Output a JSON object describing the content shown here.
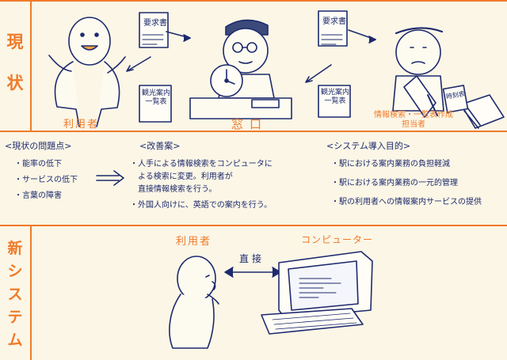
{
  "sections": {
    "current": {
      "label_chars": [
        "現",
        "状"
      ]
    },
    "new": {
      "label_chars": [
        "新",
        "シ",
        "ス",
        "テ",
        "ム"
      ]
    }
  },
  "top_panel": {
    "user_caption": "利用者",
    "counter_caption": "窓口",
    "staff_caption_line1": "情報検索・一覧表作成",
    "staff_caption_line2": "担当者",
    "doc_request": "要求書",
    "doc_guide_line1": "観光案内",
    "doc_guide_line2": "一覧表",
    "book_label": "時刻表"
  },
  "middle_panel": {
    "problems": {
      "heading": "<現状の問題点>",
      "items": [
        "・能率の低下",
        "・サービスの低下",
        "・言葉の障害"
      ]
    },
    "arrow": "⇒",
    "improvements": {
      "heading": "<改善案>",
      "items": [
        "・人手による情報検索をコンピュータに",
        "よる検索に変更。利用者が",
        "直接情報検索を行う。",
        "・外国人向けに、英語での案内を行う。"
      ]
    },
    "purpose": {
      "heading": "<システム導入目的>",
      "items": [
        "・駅における案内業務の負担軽減",
        "・駅における案内業務の一元的管理",
        "・駅の利用者への情報案内サービスの提供"
      ]
    }
  },
  "bottom_panel": {
    "user_caption": "利用者",
    "computer_caption": "コンピューター",
    "link_caption": "直接"
  },
  "colors": {
    "accent": "#ef7b2a",
    "ink": "#1e2a6e",
    "paper": "#fbf6e6"
  }
}
